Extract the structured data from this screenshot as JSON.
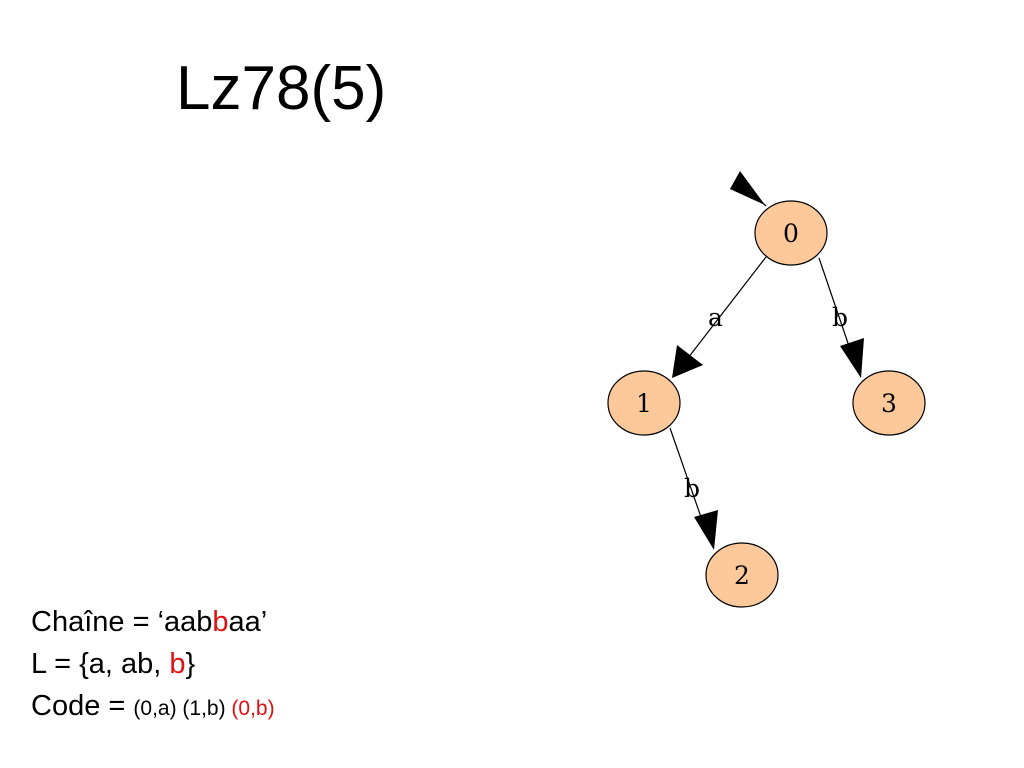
{
  "title": "Lz78(5)",
  "colors": {
    "node_fill": "#fdc99b",
    "node_stroke": "#000000",
    "edge": "#000000",
    "accent": "#e01010"
  },
  "tree": {
    "nodes": [
      {
        "id": "n0",
        "label": "0"
      },
      {
        "id": "n1",
        "label": "1"
      },
      {
        "id": "n2",
        "label": "2"
      },
      {
        "id": "n3",
        "label": "3"
      }
    ],
    "edges": [
      {
        "from": "0",
        "to": "1",
        "label": "a"
      },
      {
        "from": "1",
        "to": "2",
        "label": "b"
      },
      {
        "from": "0",
        "to": "3",
        "label": "b"
      }
    ]
  },
  "info": {
    "chaine_prefix": "Chaîne = ‘aab",
    "chaine_highlight": "b",
    "chaine_suffix": "aa’",
    "l_prefix": "L = {a, ab, ",
    "l_highlight": "b",
    "l_suffix": "}",
    "code_label": "Code",
    "code_eq": " = ",
    "code_values": "(0,a) (1,b) ",
    "code_highlight": "(0,b)"
  }
}
